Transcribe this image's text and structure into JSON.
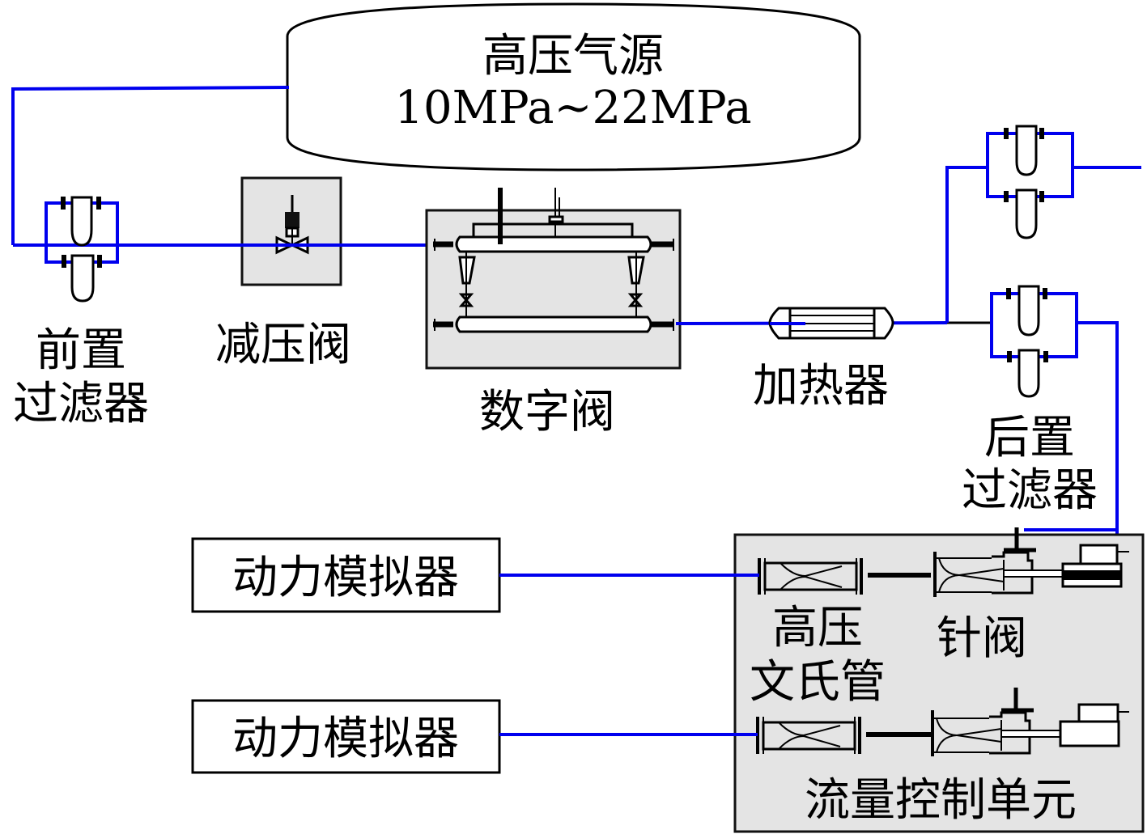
{
  "diagram": {
    "title": "Gas supply and flow control system schematic",
    "colors": {
      "pipe": "#0000ee",
      "component_box": "#e4e4e4",
      "outline": "#000000"
    },
    "source": {
      "name": "高压气源",
      "pressure_range": "10MPa~22MPa"
    },
    "components": {
      "pre_filter": {
        "line1": "前置",
        "line2": "过滤器"
      },
      "pressure_reducing_valve": {
        "label": "减压阀"
      },
      "digital_valve": {
        "label": "数字阀"
      },
      "heater": {
        "label": "加热器"
      },
      "post_filter": {
        "line1": "后置",
        "line2": "过滤器"
      },
      "venturi": {
        "line1": "高压",
        "line2": "文氏管"
      },
      "needle_valve": {
        "label": "针阀"
      },
      "flow_control_unit": {
        "label": "流量控制单元"
      },
      "power_simulators": [
        {
          "label": "动力模拟器"
        },
        {
          "label": "动力模拟器"
        }
      ]
    }
  }
}
